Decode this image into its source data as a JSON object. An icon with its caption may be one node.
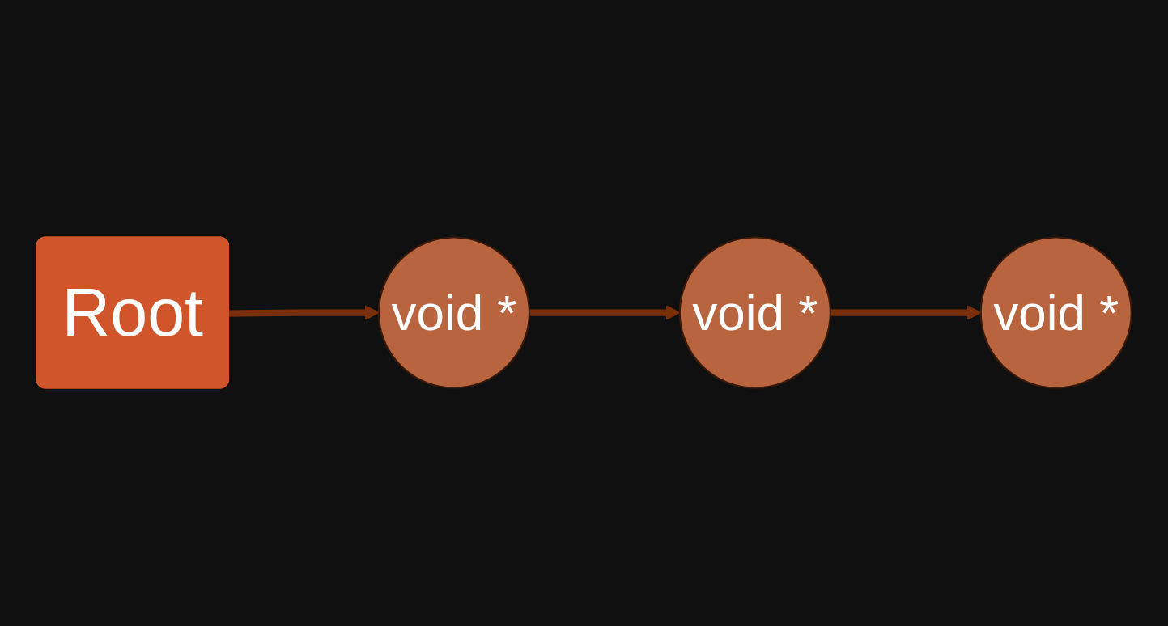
{
  "diagram": {
    "nodes": [
      {
        "text": [
          "void *"
        ]
      },
      {
        "text": [
          "void *"
        ]
      },
      {
        "text": [
          "void *"
        ]
      },
      {
        "text": [
          "Root"
        ]
      }
    ],
    "edges": [
      {
        "from": 0,
        "to": 1,
        "arrow": "to"
      },
      {
        "from": 1,
        "to": 2,
        "arrow": "to"
      },
      {
        "from": 3,
        "to": 0,
        "arrow": "to"
      }
    ]
  }
}
